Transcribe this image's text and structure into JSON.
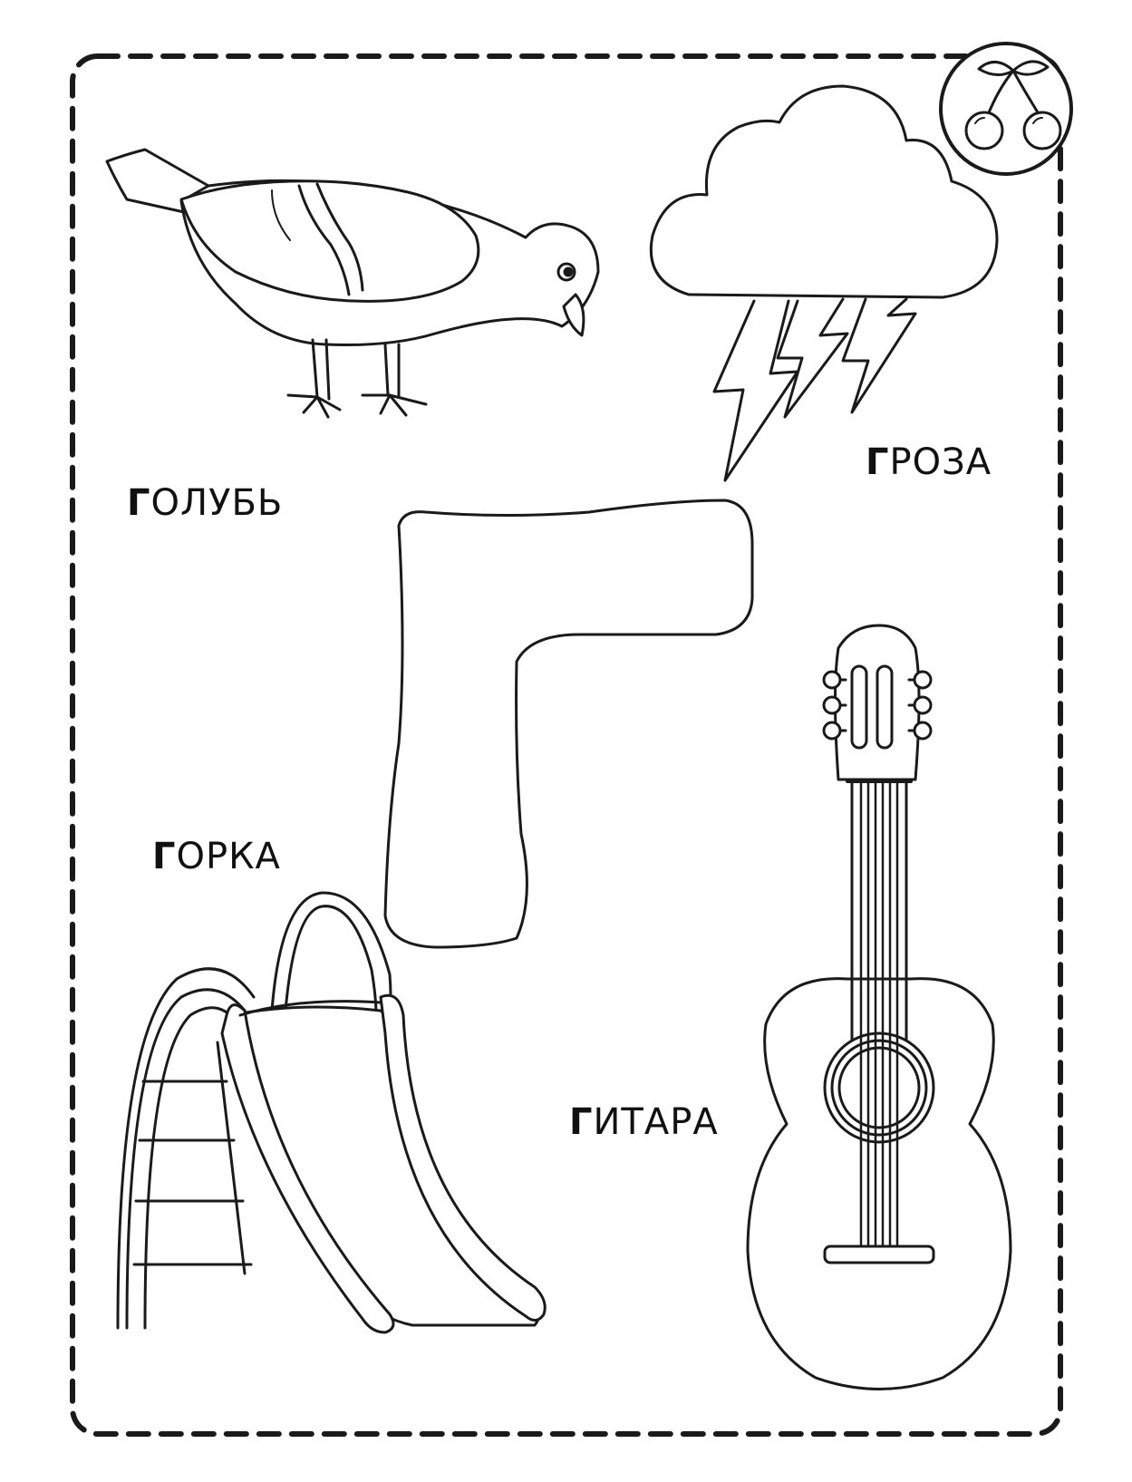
{
  "letter": "Г",
  "badge_icon": "cherry-icon",
  "stroke_color": "#1a1a1a",
  "background_color": "#ffffff",
  "words": [
    {
      "first": "Г",
      "rest": "ОЛУБЬ",
      "icon": "pigeon-icon"
    },
    {
      "first": "Г",
      "rest": "РОЗА",
      "icon": "thundercloud-icon"
    },
    {
      "first": "Г",
      "rest": "ОРКА",
      "icon": "slide-icon"
    },
    {
      "first": "Г",
      "rest": "ИТАРА",
      "icon": "guitar-icon"
    }
  ]
}
